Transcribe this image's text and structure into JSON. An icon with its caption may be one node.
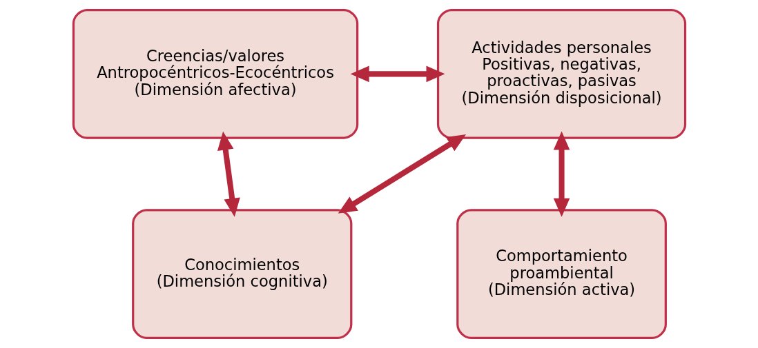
{
  "diagram": {
    "nodes": [
      {
        "text": [
          "Creencias/valores",
          "Antropocéntricos-Ecocéntricos",
          "(Dimensión afectiva)"
        ]
      },
      {
        "text": [
          "Actividades personales",
          "Positivas, negativas, proactivas, pasivas",
          "(Dimensión disposicional)"
        ]
      },
      {
        "text": [
          "Comportamiento proambiental",
          "(Dimensión activa)"
        ]
      },
      {
        "text": [
          "Conocimientos",
          "(Dimensión cognitiva)"
        ]
      }
    ],
    "edges": [
      {
        "from": 0,
        "to": 1,
        "arrow": "both"
      },
      {
        "from": 1,
        "to": 2,
        "arrow": "both"
      },
      {
        "from": 0,
        "to": 3,
        "arrow": "both"
      },
      {
        "from": 1,
        "to": 3,
        "arrow": "both"
      }
    ]
  }
}
